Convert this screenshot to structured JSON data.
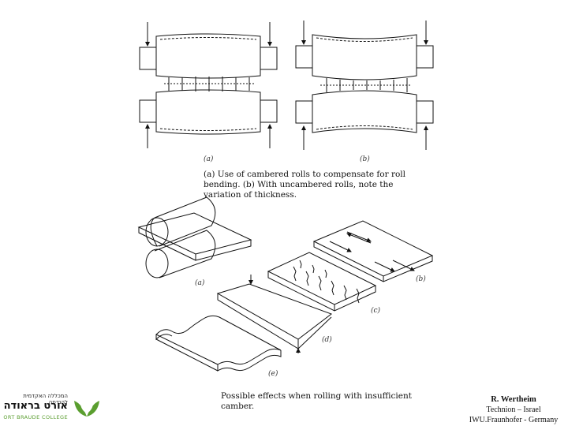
{
  "figure_a": {
    "label_a": "(a)",
    "label_b": "(b)",
    "caption": "(a) Use of cambered rolls to compensate for roll bending. (b) With uncambered rolls, note the variation of thickness."
  },
  "figure_b": {
    "label_a": "(a)",
    "label_b": "(b)",
    "label_c": "(c)",
    "label_d": "(d)",
    "label_e": "(e)",
    "caption": "Possible effects when rolling with insufficient camber."
  },
  "credit": {
    "name": "R. Wertheim",
    "line1": "Technion – Israel",
    "line2": "IWU.Fraunhofer - Germany"
  },
  "logo": {
    "hebrew_top": "המכללה האקדמית להנדסה",
    "hebrew_main": "אורט בראודה",
    "english": "ORT BRAUDE COLLEGE",
    "brand_color": "#5a9e2f"
  }
}
